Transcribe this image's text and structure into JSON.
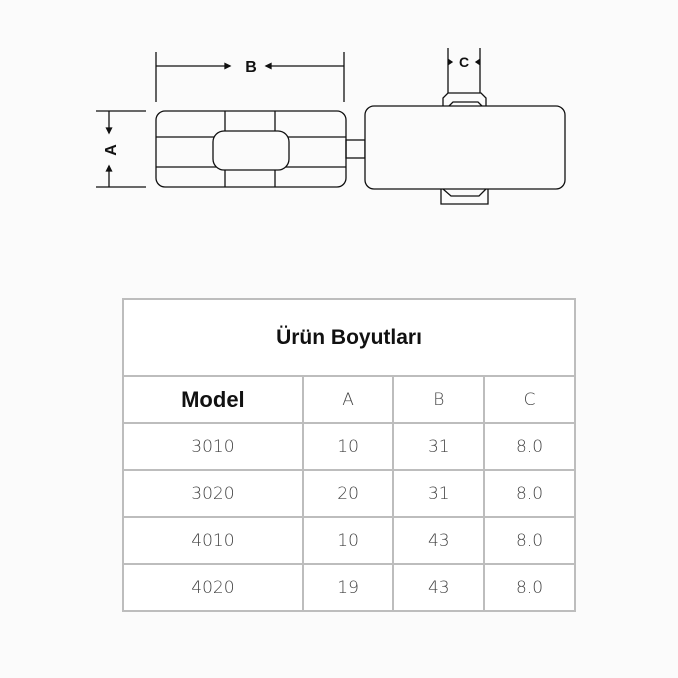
{
  "diagram": {
    "labels": {
      "a": "A",
      "b": "B",
      "c": "C"
    }
  },
  "table": {
    "title": "Ürün Boyutları",
    "headers": [
      "Model",
      "A",
      "B",
      "C"
    ],
    "rows": [
      [
        "3010",
        "10",
        "31",
        "8.0"
      ],
      [
        "3020",
        "20",
        "31",
        "8.0"
      ],
      [
        "4010",
        "10",
        "43",
        "8.0"
      ],
      [
        "4020",
        "19",
        "43",
        "8.0"
      ]
    ]
  }
}
